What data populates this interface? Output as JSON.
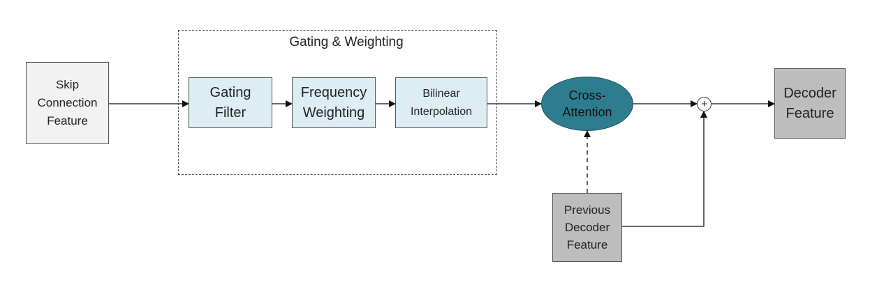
{
  "diagram": {
    "group_label": "Gating & Weighting",
    "nodes": {
      "skip": "Skip\nConnection\nFeature",
      "gating": "Gating\nFilter",
      "frequency": "Frequency\nWeighting",
      "bilinear": "Bilinear\nInterpolation",
      "cross_attention": "Cross-\nAttention",
      "previous_decoder": "Previous\nDecoder\nFeature",
      "decoder": "Decoder\nFeature",
      "sum_symbol": "+"
    },
    "edges": [
      {
        "from": "Skip Connection Feature",
        "to": "Gating Filter",
        "style": "solid"
      },
      {
        "from": "Gating Filter",
        "to": "Frequency Weighting",
        "style": "solid"
      },
      {
        "from": "Frequency Weighting",
        "to": "Bilinear Interpolation",
        "style": "solid"
      },
      {
        "from": "Bilinear Interpolation",
        "to": "Cross-Attention",
        "style": "solid"
      },
      {
        "from": "Cross-Attention",
        "to": "+",
        "style": "solid"
      },
      {
        "from": "+",
        "to": "Decoder Feature",
        "style": "solid"
      },
      {
        "from": "Previous Decoder Feature",
        "to": "Cross-Attention",
        "style": "dashed"
      },
      {
        "from": "Previous Decoder Feature",
        "to": "+",
        "style": "solid"
      }
    ],
    "colors": {
      "input_fill": "#f2f2f2",
      "stage_fill": "#dcedf3",
      "attention_fill": "#2e7d8f",
      "decoder_fill": "#bdbdbd",
      "line": "#111111"
    }
  }
}
